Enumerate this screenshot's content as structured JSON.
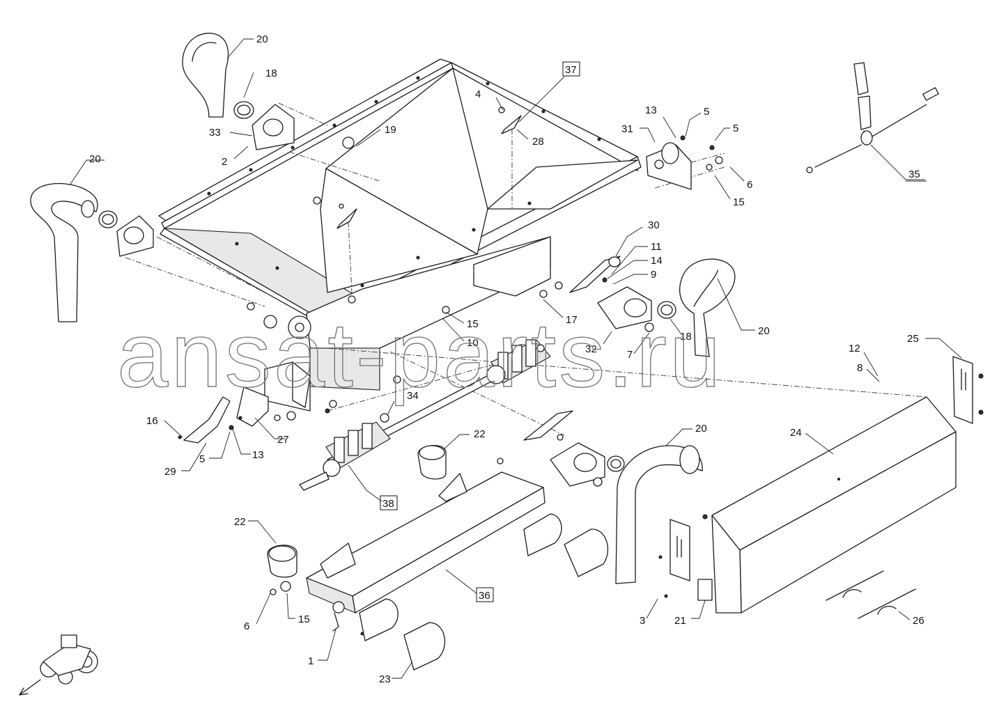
{
  "watermark": "ansat-parts.ru",
  "callouts": [
    {
      "id": "c20a",
      "label": "20"
    },
    {
      "id": "c18a",
      "label": "18"
    },
    {
      "id": "c33",
      "label": "33"
    },
    {
      "id": "c2",
      "label": "2"
    },
    {
      "id": "c19",
      "label": "19"
    },
    {
      "id": "c4",
      "label": "4"
    },
    {
      "id": "c28",
      "label": "28"
    },
    {
      "id": "c37",
      "label": "37",
      "boxed": true
    },
    {
      "id": "c13a",
      "label": "13"
    },
    {
      "id": "c5a",
      "label": "5"
    },
    {
      "id": "c31",
      "label": "31"
    },
    {
      "id": "c5b",
      "label": "5"
    },
    {
      "id": "c6a",
      "label": "6"
    },
    {
      "id": "c15a",
      "label": "15"
    },
    {
      "id": "c35",
      "label": "35",
      "underlined": true
    },
    {
      "id": "c20b",
      "label": "20"
    },
    {
      "id": "c30",
      "label": "30"
    },
    {
      "id": "c11",
      "label": "11"
    },
    {
      "id": "c14",
      "label": "14"
    },
    {
      "id": "c9",
      "label": "9"
    },
    {
      "id": "c17",
      "label": "17"
    },
    {
      "id": "c15b",
      "label": "15"
    },
    {
      "id": "c10",
      "label": "10"
    },
    {
      "id": "c32",
      "label": "32"
    },
    {
      "id": "c18b",
      "label": "18"
    },
    {
      "id": "c20c",
      "label": "20"
    },
    {
      "id": "c7",
      "label": "7"
    },
    {
      "id": "c12",
      "label": "12"
    },
    {
      "id": "c8",
      "label": "8"
    },
    {
      "id": "c25",
      "label": "25"
    },
    {
      "id": "c34",
      "label": "34"
    },
    {
      "id": "c16",
      "label": "16"
    },
    {
      "id": "c27",
      "label": "27"
    },
    {
      "id": "c13b",
      "label": "13"
    },
    {
      "id": "c5c",
      "label": "5"
    },
    {
      "id": "c29",
      "label": "29"
    },
    {
      "id": "c22a",
      "label": "22"
    },
    {
      "id": "c20d",
      "label": "20"
    },
    {
      "id": "c24",
      "label": "24"
    },
    {
      "id": "c38",
      "label": "38",
      "boxed": true
    },
    {
      "id": "c22b",
      "label": "22"
    },
    {
      "id": "c36",
      "label": "36",
      "boxed": true
    },
    {
      "id": "c6b",
      "label": "6"
    },
    {
      "id": "c15c",
      "label": "15"
    },
    {
      "id": "c1",
      "label": "1"
    },
    {
      "id": "c23",
      "label": "23"
    },
    {
      "id": "c3",
      "label": "3"
    },
    {
      "id": "c21",
      "label": "21"
    },
    {
      "id": "c26",
      "label": "26"
    }
  ]
}
